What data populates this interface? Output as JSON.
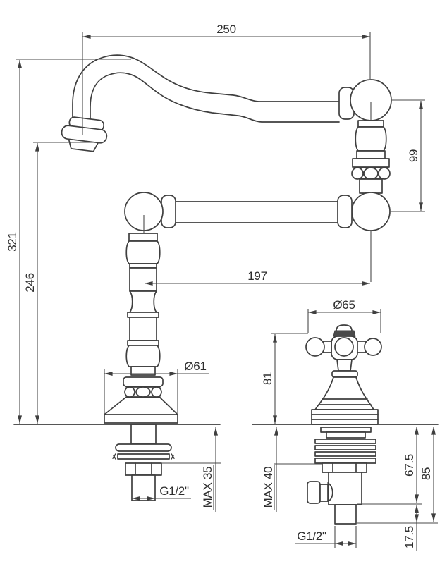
{
  "drawing": {
    "type": "technical-dimension-drawing",
    "subject": "classic kitchen faucet with articulated swivel spout (side view) and cross-handle valve (front view)",
    "background": "#ffffff",
    "line_color": "#3f3f3f",
    "text_color": "#2e2e2e",
    "dimensions": {
      "spout_reach": "250",
      "overall_height": "321",
      "spout_outlet_height": "246",
      "link_height": "99",
      "arm_length": "197",
      "handle_diameter": "Ø65",
      "handle_height": "81",
      "base_diameter": "Ø61",
      "max_deck_thickness_spout": "MAX 35",
      "inlet_thread_spout": "G1/2\"",
      "max_deck_thickness_valve": "MAX 40",
      "valve_under_deck_to_outlet": "67.5",
      "valve_under_deck_total": "85",
      "outlet_tail_length": "17.5",
      "outlet_thread_valve": "G1/2\""
    }
  }
}
